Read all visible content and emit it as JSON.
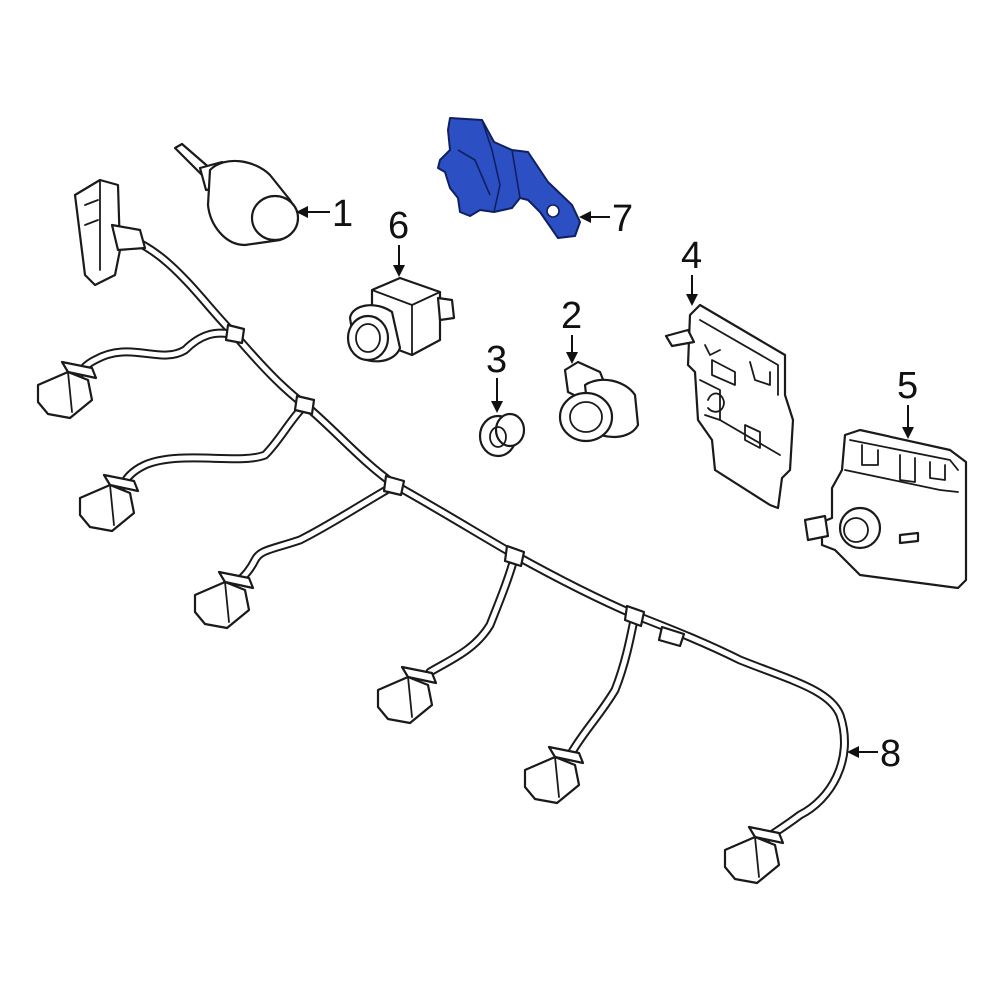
{
  "callouts": {
    "c1": "1",
    "c2": "2",
    "c3": "3",
    "c4": "4",
    "c5": "5",
    "c6": "6",
    "c7": "7",
    "c8": "8"
  },
  "colors": {
    "highlight": "#2c4fc4",
    "outline": "#1a1a1a",
    "background": "#ffffff"
  }
}
